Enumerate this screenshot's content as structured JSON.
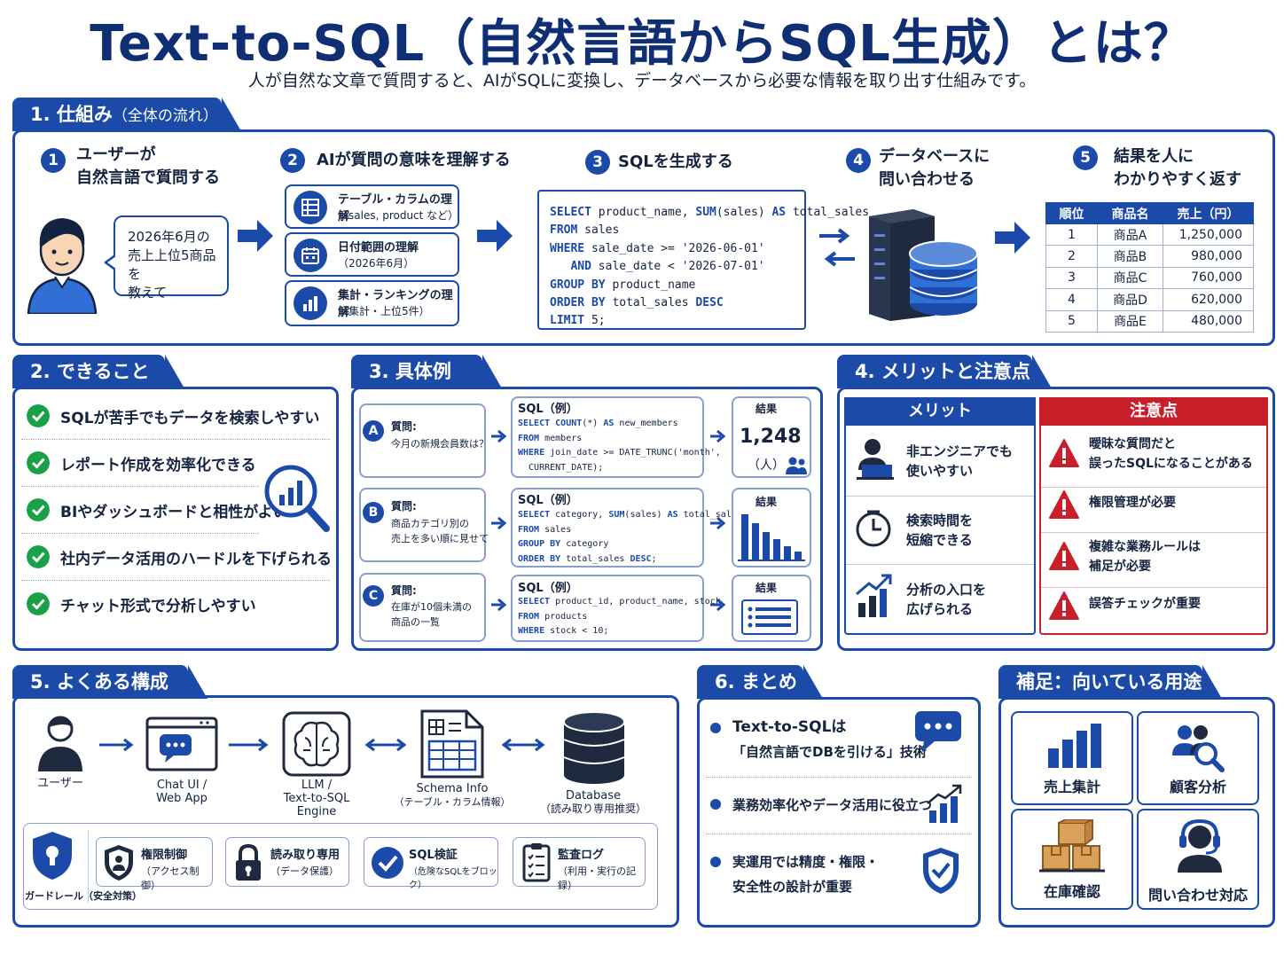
{
  "header": {
    "title": "Text-to-SQL（自然言語からSQL生成）とは？",
    "subtitle": "人が自然な文章で質問すると、AIがSQLに変換し、データベースから必要な情報を取り出す仕組みです。"
  },
  "s1": {
    "tab_main": "1. 仕組み",
    "tab_sub": "（全体の流れ）",
    "steps": [
      {
        "num": "1",
        "line1": "ユーザーが",
        "line2": "自然言語で質問する"
      },
      {
        "num": "2",
        "line1": "AIが質問の意味を理解する",
        "line2": ""
      },
      {
        "num": "3",
        "line1": "SQLを生成する",
        "line2": ""
      },
      {
        "num": "4",
        "line1": "データベースに",
        "line2": "問い合わせる"
      },
      {
        "num": "5",
        "line1": "結果を人に",
        "line2": "わかりやすく返す"
      }
    ],
    "bubble": [
      "2026年6月の",
      "売上上位5商品を",
      "教えて"
    ],
    "understand": [
      {
        "t1": "テーブル・カラムの理解",
        "t2": "（sales, product など）"
      },
      {
        "t1": "日付範囲の理解",
        "t2": "（2026年6月）"
      },
      {
        "t1": "集計・ランキングの理解",
        "t2": "（集計・上位5件）"
      }
    ],
    "result_table": {
      "headers": [
        "順位",
        "商品名",
        "売上（円）"
      ],
      "rows": [
        [
          "1",
          "商品A",
          "1,250,000"
        ],
        [
          "2",
          "商品B",
          "980,000"
        ],
        [
          "3",
          "商品C",
          "760,000"
        ],
        [
          "4",
          "商品D",
          "620,000"
        ],
        [
          "5",
          "商品E",
          "480,000"
        ]
      ]
    }
  },
  "s2": {
    "tab": "2. できること",
    "items": [
      "SQLが苦手でもデータを検索しやすい",
      "レポート作成を効率化できる",
      "BIやダッシュボードと相性がよい",
      "社内データ活用のハードルを下げられる",
      "チャット形式で分析しやすい"
    ]
  },
  "s3": {
    "tab": "3. 具体例",
    "examples": [
      {
        "letter": "A",
        "q_label": "質問:",
        "q1": "今月の新規会員数は？",
        "q2": "",
        "q3": "",
        "sql_label": "SQL（例）",
        "result_label": "結果",
        "result_value": "1,248",
        "result_unit": "（人）"
      },
      {
        "letter": "B",
        "q_label": "質問:",
        "q1": "商品カテゴリ別の",
        "q2": "売上を多い順に見せて",
        "q3": "",
        "sql_label": "SQL（例）",
        "result_label": "結果"
      },
      {
        "letter": "C",
        "q_label": "質問:",
        "q1": "在庫が10個未満の",
        "q2": "商品の一覧",
        "q3": "",
        "sql_label": "SQL（例）",
        "result_label": "結果"
      }
    ]
  },
  "s4": {
    "tab": "4. メリットと注意点",
    "merit_header": "メリット",
    "caution_header": "注意点",
    "merits": [
      {
        "l1": "非エンジニアでも",
        "l2": "使いやすい"
      },
      {
        "l1": "検索時間を",
        "l2": "短縮できる"
      },
      {
        "l1": "分析の入口を",
        "l2": "広げられる"
      }
    ],
    "cautions": [
      {
        "l1": "曖昧な質問だと",
        "l2": "誤ったSQLになることがある"
      },
      {
        "l1": "権限管理が必要",
        "l2": ""
      },
      {
        "l1": "複雑な業務ルールは",
        "l2": "補足が必要"
      },
      {
        "l1": "誤答チェックが重要",
        "l2": ""
      }
    ],
    "colors": {
      "merit": "#1b4aa8",
      "caution": "#c8202a"
    }
  },
  "s5": {
    "tab": "5. よくある構成",
    "nodes": [
      {
        "l1": "ユーザー",
        "l2": "",
        "l3": ""
      },
      {
        "l1": "Chat UI /",
        "l2": "Web App",
        "l3": ""
      },
      {
        "l1": "LLM /",
        "l2": "Text-to-SQL",
        "l3": "Engine"
      },
      {
        "l1": "Schema Info",
        "l2": "（テーブル・カラム情報）",
        "l3": ""
      },
      {
        "l1": "Database",
        "l2": "（読み取り専用推奨）",
        "l3": ""
      }
    ],
    "guardrail_label": "ガードレール（安全対策）",
    "guards": [
      {
        "a": "権限制御",
        "b": "（アクセス制御）"
      },
      {
        "a": "読み取り専用",
        "b": "（データ保護）"
      },
      {
        "a": "SQL検証",
        "b": "（危険なSQLをブロック）"
      },
      {
        "a": "監査ログ",
        "b": "（利用・実行の記録）"
      }
    ]
  },
  "s6": {
    "tab": "6. まとめ",
    "items": [
      {
        "l1": "Text-to-SQLは",
        "l2": "「自然言語でDBを引ける」技術"
      },
      {
        "l1": "業務効率化やデータ活用に役立つ",
        "l2": ""
      },
      {
        "l1": "実運用では精度・権限・",
        "l2": "安全性の設計が重要"
      }
    ]
  },
  "s7": {
    "tab": "補足：向いている用途",
    "uses": [
      "売上集計",
      "顧客分析",
      "在庫確認",
      "問い合わせ対応"
    ]
  }
}
